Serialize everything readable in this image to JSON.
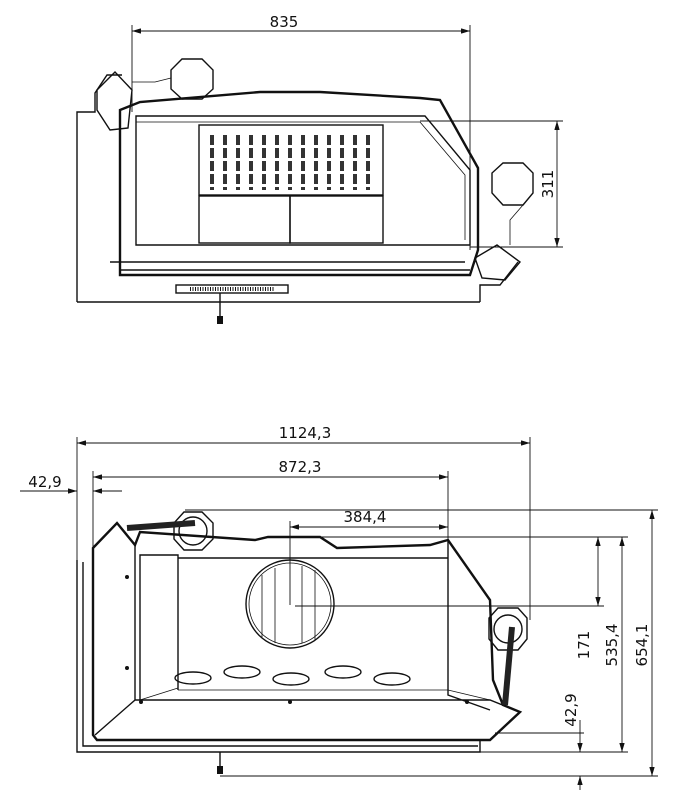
{
  "top_view": {
    "dimensions": {
      "width": "835",
      "depth": "311"
    }
  },
  "front_view": {
    "dimensions": {
      "overall_width": "1124,3",
      "body_width": "872,3",
      "left_offset": "42,9",
      "flue_offset": "384,4",
      "flue_height": "171",
      "body_height": "535,4",
      "overall_height": "654,1",
      "base_height": "42,9"
    }
  }
}
